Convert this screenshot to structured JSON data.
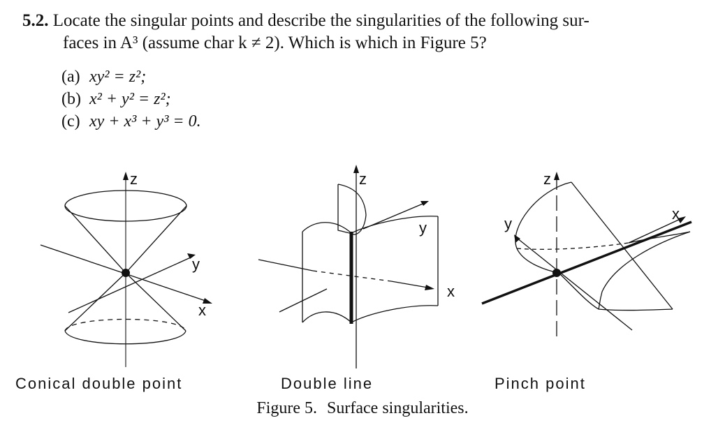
{
  "problem": {
    "number": "5.2.",
    "text_line1": "Locate the singular points and describe the singularities of the following sur-",
    "text_line2": "faces in A³ (assume char k ≠ 2).  Which is which in Figure 5?"
  },
  "parts": [
    {
      "label": "(a)",
      "equation": "xy² = z²;"
    },
    {
      "label": "(b)",
      "equation": "x² + y² = z²;"
    },
    {
      "label": "(c)",
      "equation": "xy + x³ + y³ = 0."
    }
  ],
  "figure": {
    "panels": [
      {
        "caption": "Conical double point",
        "axes": {
          "z": "z",
          "y": "y",
          "x": "x"
        }
      },
      {
        "caption": "Double line",
        "axes": {
          "z": "z",
          "y": "y",
          "x": "x"
        }
      },
      {
        "caption": "Pinch point",
        "axes": {
          "z": "z",
          "y": "y",
          "x": "x"
        }
      }
    ],
    "caption_label": "Figure 5.",
    "caption_text": "Surface singularities."
  }
}
